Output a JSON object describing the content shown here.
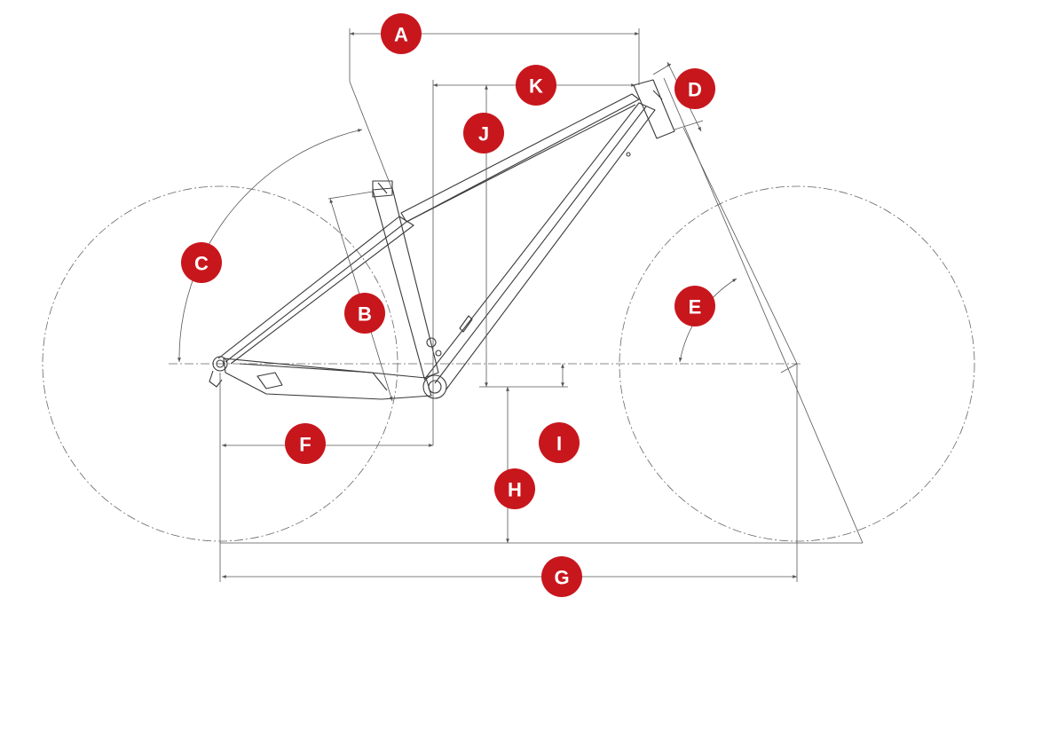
{
  "colors": {
    "badge": "#c8161d",
    "badge_text": "#ffffff",
    "line": "#555555"
  },
  "labels": {
    "a": "A",
    "b": "B",
    "c": "C",
    "d": "D",
    "e": "E",
    "f": "F",
    "g": "G",
    "h": "H",
    "i": "I",
    "j": "J",
    "k": "K"
  }
}
